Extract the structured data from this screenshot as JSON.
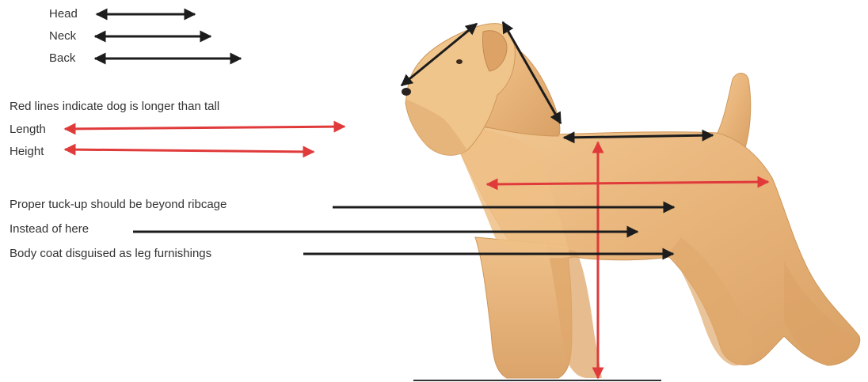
{
  "legend": {
    "head": "Head",
    "neck": "Neck",
    "back": "Back"
  },
  "proportion": {
    "note": "Red lines indicate dog is longer than tall",
    "length": "Length",
    "height": "Height"
  },
  "tuck": {
    "proper": "Proper tuck-up should be beyond ribcage",
    "instead": "Instead of here",
    "body_coat": "Body coat disguised as leg furnishings"
  },
  "colors": {
    "black_arrow": "#1c1c1c",
    "red_arrow": "#e03a3a",
    "coat": "#e8b77c",
    "coat_shadow": "#c99158",
    "coat_light": "#f5d4a4"
  }
}
